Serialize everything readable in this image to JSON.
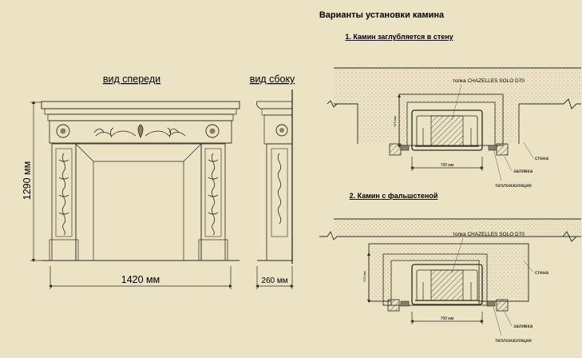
{
  "page": {
    "title": "Варианты установки камина",
    "background": "#ece2c4"
  },
  "front": {
    "view_label": "вид спереди",
    "height_label": "1290 мм",
    "width_label": "1420 мм"
  },
  "side": {
    "view_label": "вид сбоку",
    "depth_label": "260 мм"
  },
  "option1": {
    "heading": "1. Камин заглубляется в стену",
    "firebox_label": "топка CHAZELLES SOLO D70",
    "width_label": "700 мм",
    "height_label": "375 мм",
    "wall_label": "стена",
    "fill_label": "заливка",
    "insulation_label": "теплоизоляция"
  },
  "option2": {
    "heading": "2. Камин с фальшстеной",
    "firebox_label": "топка CHAZELLES SOLO D70",
    "width_label": "700 мм",
    "height_label": "375 мм",
    "wall_label": "стена",
    "fill_label": "заливка",
    "insulation_label": "теплоизоляция"
  }
}
